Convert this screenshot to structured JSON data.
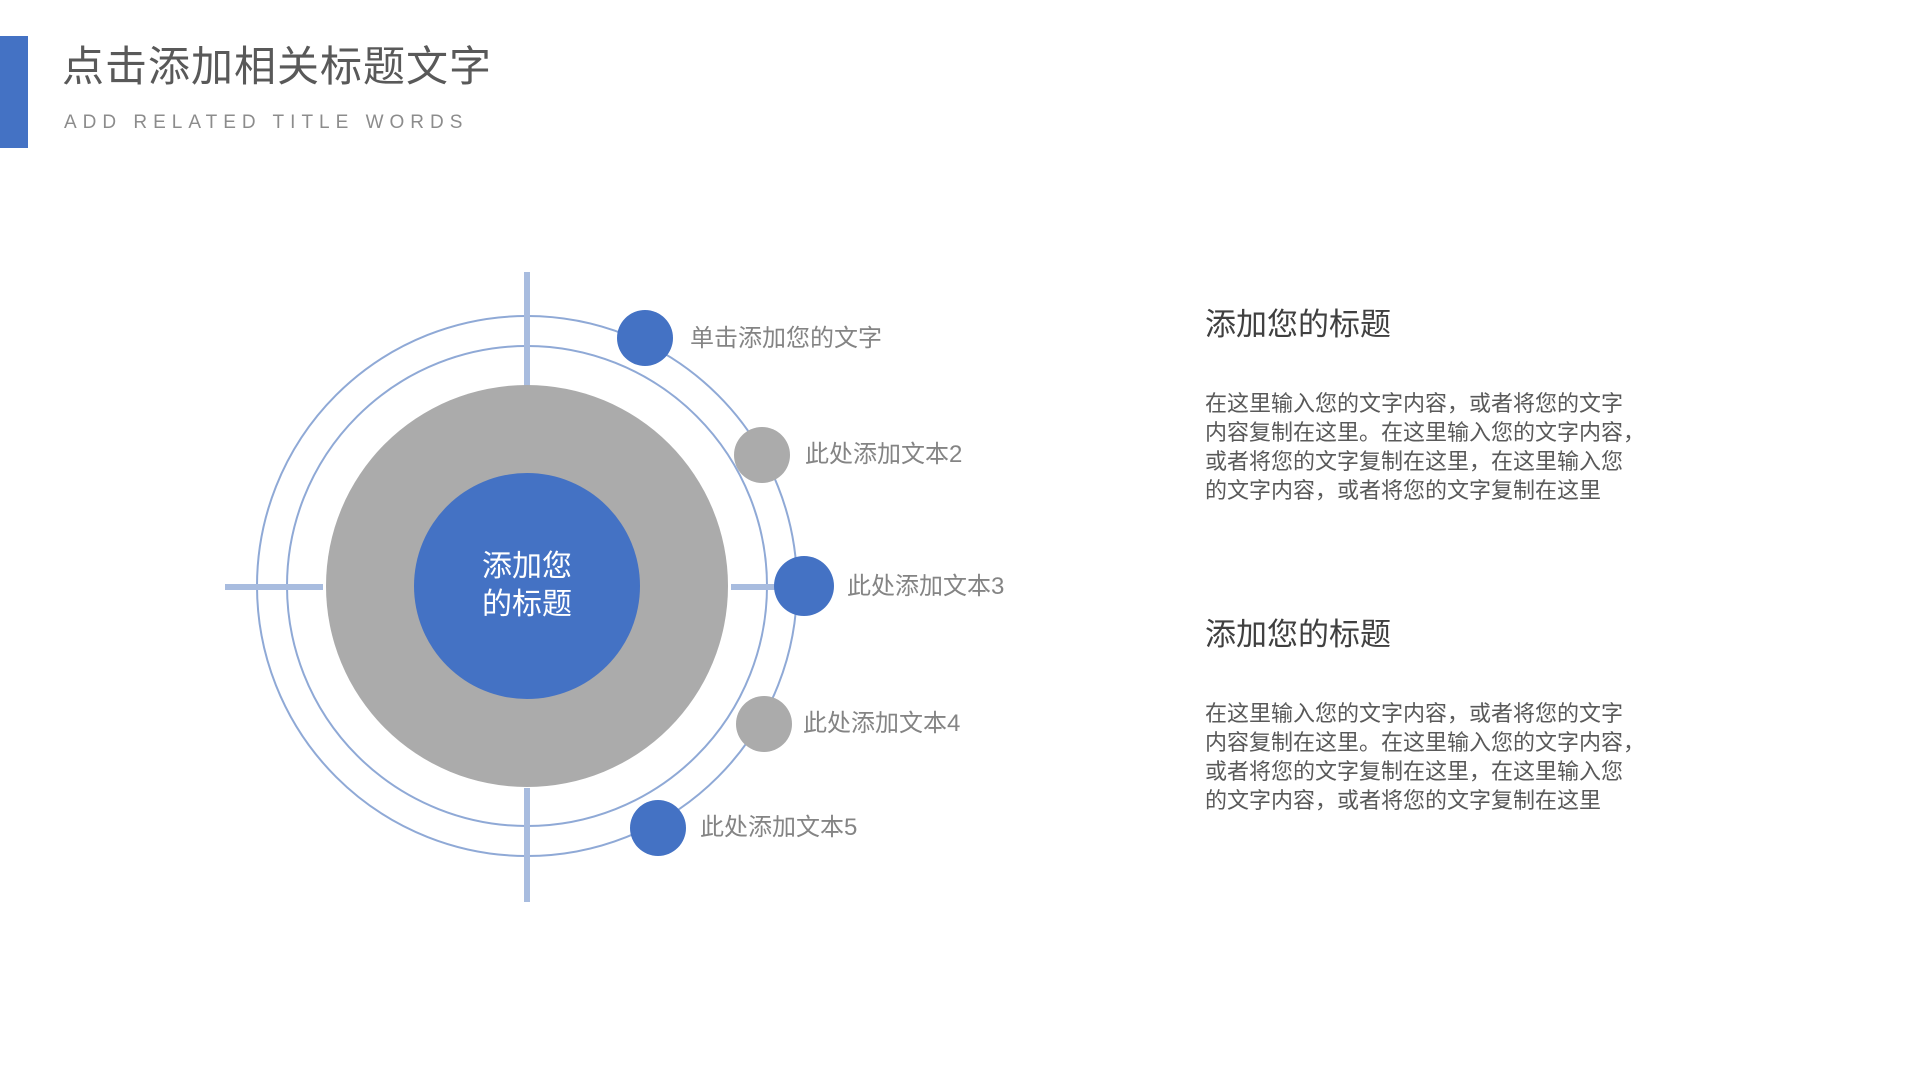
{
  "header": {
    "title": "点击添加相关标题文字",
    "subtitle": "ADD RELATED TITLE WORDS"
  },
  "diagram": {
    "center_label": "添加您\n的标题",
    "satellites": [
      {
        "label": "单击添加您的文字",
        "color": "blue"
      },
      {
        "label": "此处添加文本2",
        "color": "gray"
      },
      {
        "label": "此处添加文本3",
        "color": "blue"
      },
      {
        "label": "此处添加文本4",
        "color": "gray"
      },
      {
        "label": "此处添加文本5",
        "color": "blue"
      }
    ]
  },
  "content_blocks": [
    {
      "heading": "添加您的标题",
      "body": "在这里输入您的文字内容，或者将您的文字\n内容复制在这里。在这里输入您的文字内容，\n或者将您的文字复制在这里，在这里输入您\n的文字内容，或者将您的文字复制在这里"
    },
    {
      "heading": "添加您的标题",
      "body": "在这里输入您的文字内容，或者将您的文字\n内容复制在这里。在这里输入您的文字内容，\n或者将您的文字复制在这里，在这里输入您\n的文字内容，或者将您的文字复制在这里"
    }
  ],
  "colors": {
    "accent_blue": "#4472c4",
    "shape_gray": "#ababab",
    "ring_stroke": "#8fa9d6",
    "crosshair_line": "#a8bcdf",
    "title_gray": "#595959",
    "subtitle_gray": "#8c8c8c",
    "label_gray": "#848484",
    "heading_dark": "#404040",
    "body_gray": "#595959",
    "center_text": "#ffffff"
  }
}
